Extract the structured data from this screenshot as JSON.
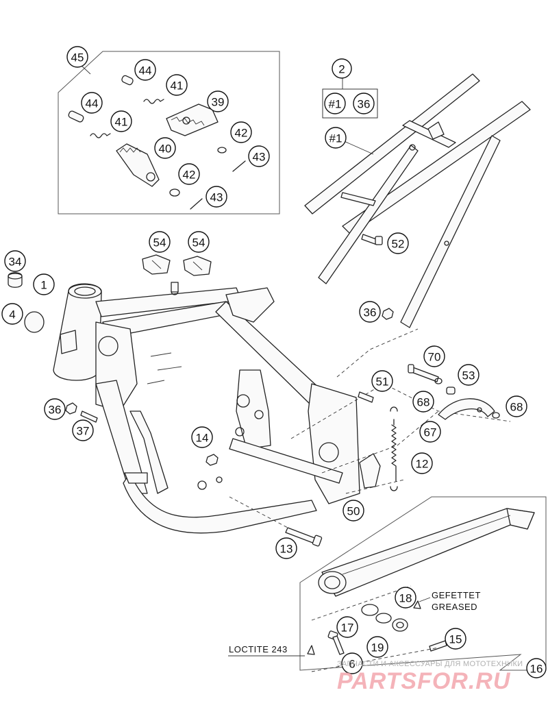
{
  "callouts": {
    "c45": "45",
    "c44a": "44",
    "c41a": "41",
    "c39": "39",
    "c44b": "44",
    "c41b": "41",
    "c42a": "42",
    "c40": "40",
    "c43a": "43",
    "c42b": "42",
    "c43b": "43",
    "c2": "2",
    "c1ref": "#1",
    "c36ref": "36",
    "c1sub": "#1",
    "c52": "52",
    "c54a": "54",
    "c54b": "54",
    "c34": "34",
    "c1": "1",
    "c4": "4",
    "c36a": "36",
    "c37": "37",
    "c14": "14",
    "c36b": "36",
    "c70": "70",
    "c51": "51",
    "c53": "53",
    "c68a": "68",
    "c68b": "68",
    "c67": "67",
    "c12": "12",
    "c50": "50",
    "c13": "13",
    "c18": "18",
    "c17": "17",
    "c19": "19",
    "c15": "15",
    "c6": "6",
    "c16": "16"
  },
  "notes": {
    "greased_de": "GEFETTET",
    "greased_en": "GREASED",
    "loctite": "LOCTITE 243"
  },
  "watermark": {
    "caption": "ЗАПЧАСТИ И АКСЕССУАРЫ ДЛЯ МОТОТЕХНИКИ",
    "brand": "PARTSFOR.RU",
    "color": "#f3a6ad"
  }
}
